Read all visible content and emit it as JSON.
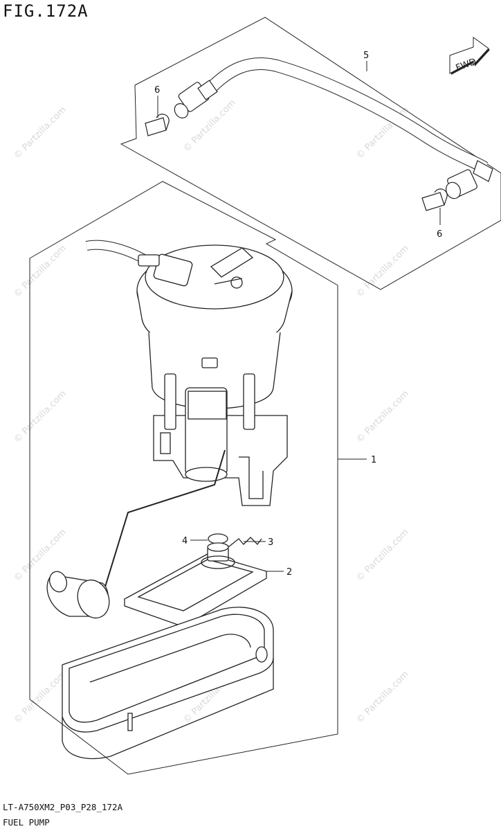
{
  "figure": {
    "title": "FIG.172A",
    "code": "LT-A750XM2_P03_P28_172A",
    "name": "FUEL PUMP",
    "direction_label": "FWD"
  },
  "callouts": {
    "c1": "1",
    "c2": "2",
    "c3": "3",
    "c4": "4",
    "c5": "5",
    "c6a": "6",
    "c6b": "6"
  },
  "watermark": "© Partzilla.com"
}
